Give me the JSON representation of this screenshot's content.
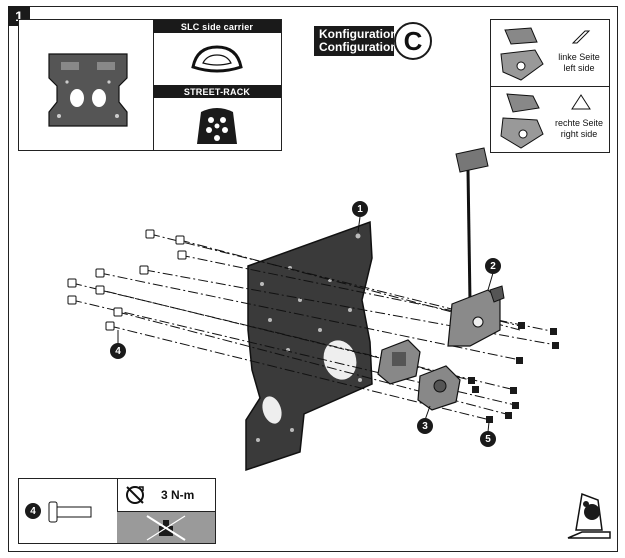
{
  "step": {
    "number": "1"
  },
  "configuration": {
    "line1": "Konfiguration",
    "line2": "Configuration",
    "letter": "C"
  },
  "variants": {
    "slc_label": "SLC side carrier",
    "street_rack_label": "STREET-RACK"
  },
  "sides": {
    "left_de": "linke Seite",
    "left_en": "left side",
    "right_de": "rechte Seite",
    "right_en": "right side"
  },
  "callouts": {
    "plate": "1",
    "clamp": "2",
    "bracket": "3",
    "screw": "4",
    "nut": "5"
  },
  "legend": {
    "screw_ref": "4",
    "torque": "3 N-m"
  },
  "icons": [
    "torque-wrench-icon",
    "no-threadlock-icon",
    "parallelogram-icon",
    "triangle-icon",
    "motorcycle-icon"
  ]
}
